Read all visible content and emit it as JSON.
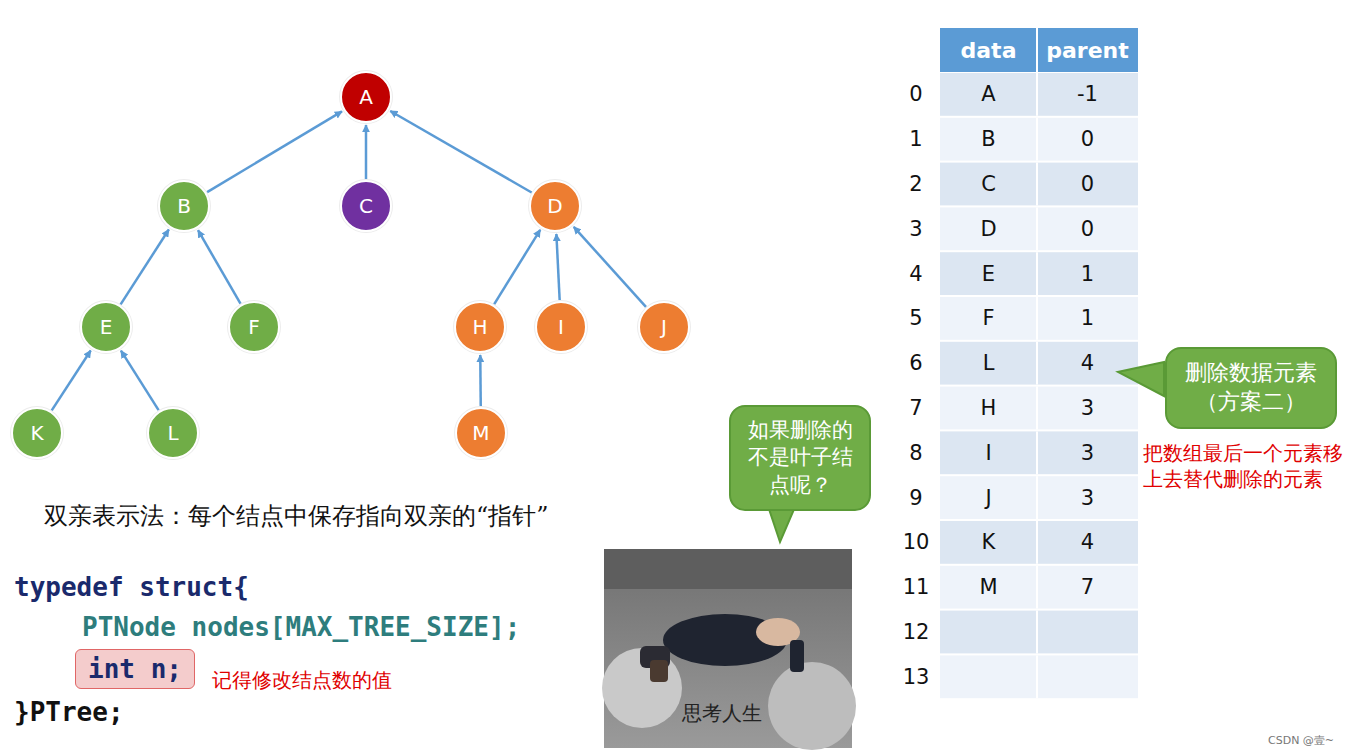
{
  "diagram": {
    "nodes": [
      {
        "text": [
          "A"
        ]
      },
      {
        "text": [
          "B"
        ]
      },
      {
        "text": [
          "C"
        ]
      },
      {
        "text": [
          "D"
        ]
      },
      {
        "text": [
          "E"
        ]
      },
      {
        "text": [
          "F"
        ]
      },
      {
        "text": [
          "H"
        ]
      },
      {
        "text": [
          "I"
        ]
      },
      {
        "text": [
          "J"
        ]
      },
      {
        "text": [
          "K"
        ]
      },
      {
        "text": [
          "L"
        ]
      },
      {
        "text": [
          "M"
        ]
      },
      {
        "text": [
          "删除数据元素（方案二）"
        ]
      },
      {
        "text": [
          "如果删除的不是叶子结点呢？"
        ]
      },
      {
        "text": [
          "int n;"
        ]
      }
    ],
    "edges": [
      {
        "from": 1,
        "to": 0,
        "arrow": "to"
      },
      {
        "from": 2,
        "to": 0,
        "arrow": "to"
      },
      {
        "from": 3,
        "to": 0,
        "arrow": "to"
      },
      {
        "from": 4,
        "to": 1,
        "arrow": "to"
      },
      {
        "from": 5,
        "to": 1,
        "arrow": "to"
      },
      {
        "from": 6,
        "to": 3,
        "arrow": "to"
      },
      {
        "from": 7,
        "to": 3,
        "arrow": "to"
      },
      {
        "from": 8,
        "to": 3,
        "arrow": "to"
      },
      {
        "from": 9,
        "to": 4,
        "arrow": "to"
      },
      {
        "from": 10,
        "to": 4,
        "arrow": "to"
      },
      {
        "from": 11,
        "to": 6,
        "arrow": "to"
      }
    ],
    "labels": [
      "双亲表示法：每个结点中保存指向双亲的“指针”",
      "typedef struct{",
      "PTNode nodes[MAX_TREE_SIZE];",
      "}PTree;",
      "记得修改结点数的值",
      "把数组最后一个元素移上去替代删除的元素",
      "思考人生",
      "CSDN @壹~",
      "data",
      "parent",
      "0",
      "A",
      "-1",
      "1",
      "B",
      "0",
      "2",
      "C",
      "0",
      "3",
      "D",
      "0",
      "4",
      "E",
      "1",
      "5",
      "F",
      "1",
      "6",
      "L",
      "4",
      "7",
      "H",
      "3",
      "8",
      "I",
      "3",
      "9",
      "J",
      "3",
      "10",
      "K",
      "4",
      "11",
      "M",
      "7",
      "12",
      "13"
    ]
  }
}
